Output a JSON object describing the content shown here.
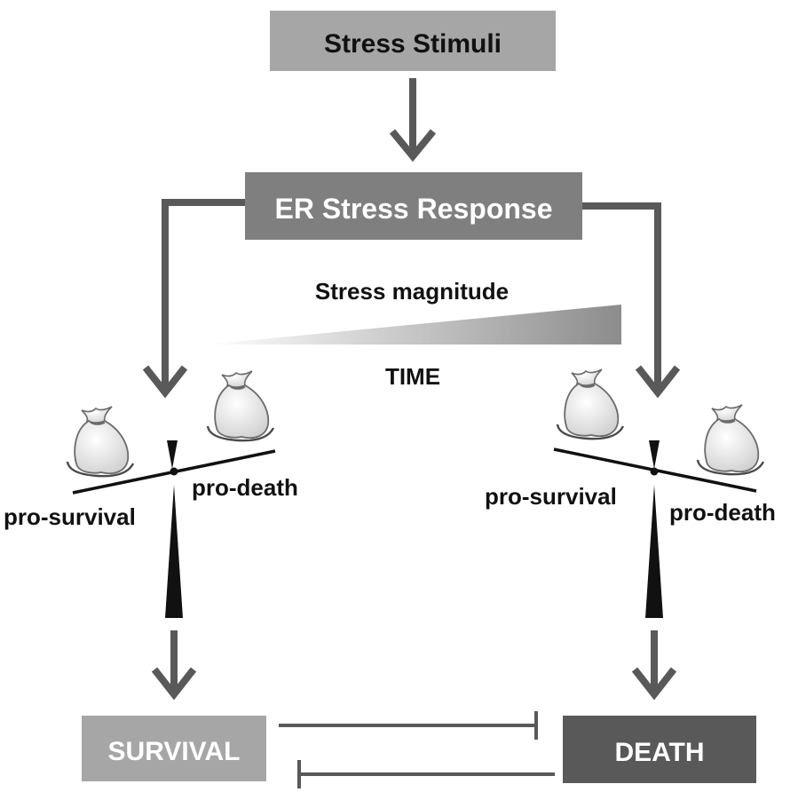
{
  "nodes": {
    "stimuli": {
      "label": "Stress Stimuli",
      "color": "#a6a6a6",
      "text_color": "#111111"
    },
    "er_response": {
      "label": "ER Stress Response",
      "color": "#7f7f7f",
      "text_color": "#ffffff"
    },
    "survival": {
      "label": "SURVIVAL",
      "color": "#a6a6a6",
      "text_color": "#ffffff"
    },
    "death": {
      "label": "DEATH",
      "color": "#595959",
      "text_color": "#ffffff"
    }
  },
  "gradient": {
    "magnitude_label": "Stress magnitude",
    "time_label": "TIME",
    "color_start": "#ffffff",
    "color_end": "#8c8c8c"
  },
  "scales": {
    "left": {
      "pro_survival_label": "pro-survival",
      "pro_death_label": "pro-death",
      "heavier_side": "pro-survival"
    },
    "right": {
      "pro_survival_label": "pro-survival",
      "pro_death_label": "pro-death",
      "heavier_side": "pro-death"
    }
  },
  "edges": [
    {
      "from": "stimuli",
      "to": "er_response",
      "type": "activation"
    },
    {
      "from": "er_response",
      "to": "left-scale",
      "type": "activation"
    },
    {
      "from": "er_response",
      "to": "right-scale",
      "type": "activation"
    },
    {
      "from": "left-scale",
      "to": "survival",
      "type": "activation"
    },
    {
      "from": "right-scale",
      "to": "death",
      "type": "activation"
    },
    {
      "from": "survival",
      "to": "death",
      "type": "inhibition"
    },
    {
      "from": "death",
      "to": "survival",
      "type": "inhibition"
    }
  ],
  "colors": {
    "arrow": "#595959",
    "inhibition": "#595959",
    "beam": "#111111",
    "bag_fill": "#e6e6e6",
    "bag_stroke": "#6b6b6b"
  },
  "icons": {
    "bag": "sack-weight-icon",
    "fulcrum": "fulcrum-triangle-icon"
  }
}
